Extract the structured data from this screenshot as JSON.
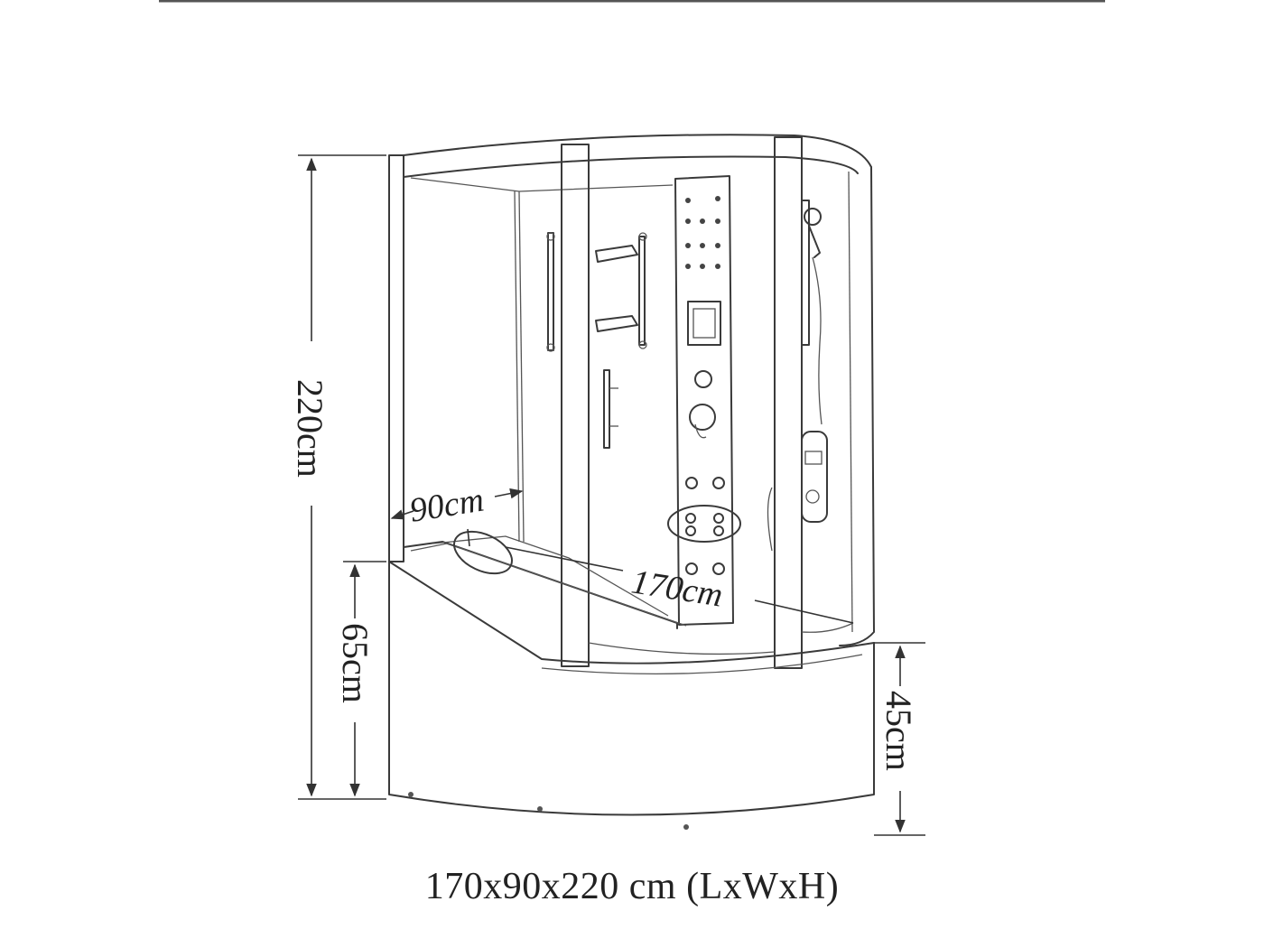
{
  "dimensions": {
    "total_height": "220cm",
    "tub_height": "65cm",
    "base_height": "45cm",
    "width": "90cm",
    "length": "170cm"
  },
  "caption": "170x90x220 cm (LxWxH)",
  "colors": {
    "line": "#3a3a3a",
    "background": "#ffffff",
    "top_rule": "#555555"
  }
}
